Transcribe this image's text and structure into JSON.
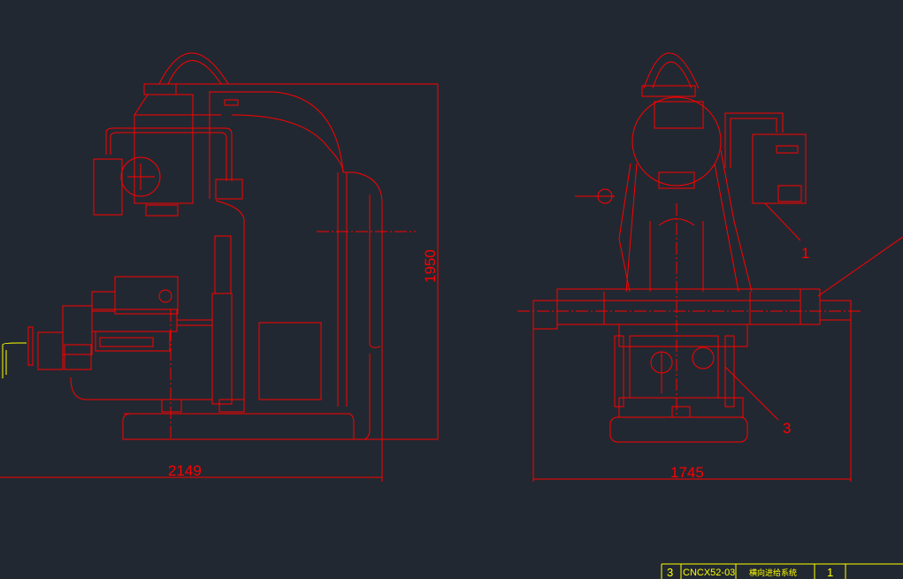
{
  "drawing": {
    "side_view": {
      "dimension_width": "2149",
      "dimension_height": "1950"
    },
    "front_view": {
      "dimension_width": "1745",
      "callouts": [
        "1",
        "3"
      ]
    }
  },
  "title_block": {
    "index": "3",
    "drawing_number": "CNCX52-03",
    "name": "横向进给系统",
    "quantity": "1"
  },
  "colors": {
    "background": "#222831",
    "lines": "#ff0000",
    "title_block": "#ffff00"
  }
}
